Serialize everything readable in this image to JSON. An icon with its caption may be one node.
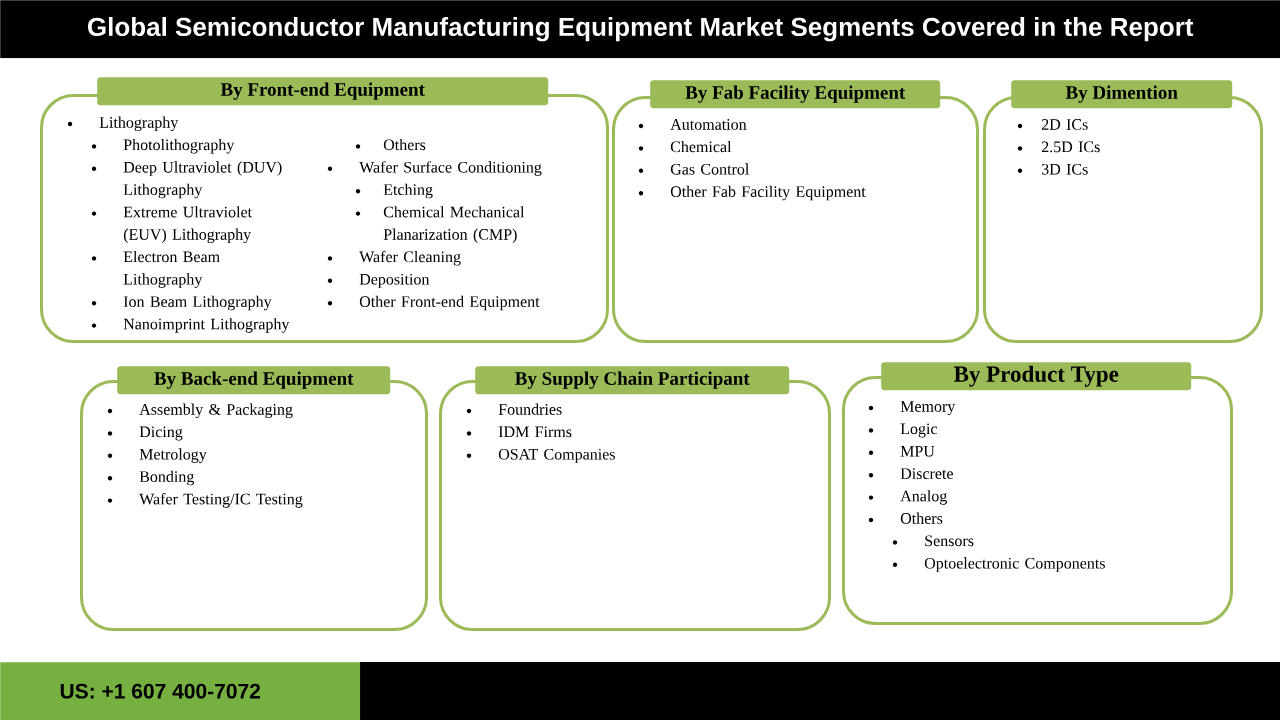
{
  "diagram": {
    "title": "Global Semiconductor Manufacturing Equipment Market Segments Covered in the Report",
    "nodes": [
      {
        "text": [
          "By Front-end Equipment",
          "Lithography",
          "Photolithography",
          "Deep Ultraviolet (DUV) Lithography",
          "Extreme Ultraviolet (EUV) Lithography",
          "Electron Beam Lithography",
          "Ion Beam Lithography",
          "Nanoimprint Lithography",
          "Others",
          "Wafer Surface Conditioning",
          "Etching",
          "Chemical Mechanical Planarization (CMP)",
          "Wafer Cleaning",
          "Deposition",
          "Other Front-end Equipment"
        ]
      },
      {
        "text": [
          "By Fab Facility Equipment",
          "Automation",
          "Chemical",
          "Gas Control",
          "Other Fab Facility Equipment"
        ]
      },
      {
        "text": [
          "By Dimention",
          "2D ICs",
          "2.5D ICs",
          "3D ICs"
        ]
      },
      {
        "text": [
          "By Back-end Equipment",
          "Assembly & Packaging",
          "Dicing",
          "Metrology",
          "Bonding",
          "Wafer Testing/IC Testing"
        ]
      },
      {
        "text": [
          "By Supply Chain Participant",
          "Foundries",
          "IDM Firms",
          "OSAT Companies"
        ]
      },
      {
        "text": [
          "By Product Type",
          "Memory",
          "Logic",
          "MPU",
          "Discrete",
          "Analog",
          "Others",
          "Sensors",
          "Optoelectronic Components"
        ]
      }
    ],
    "labels": [
      "US: +1 607 400-7072"
    ]
  }
}
